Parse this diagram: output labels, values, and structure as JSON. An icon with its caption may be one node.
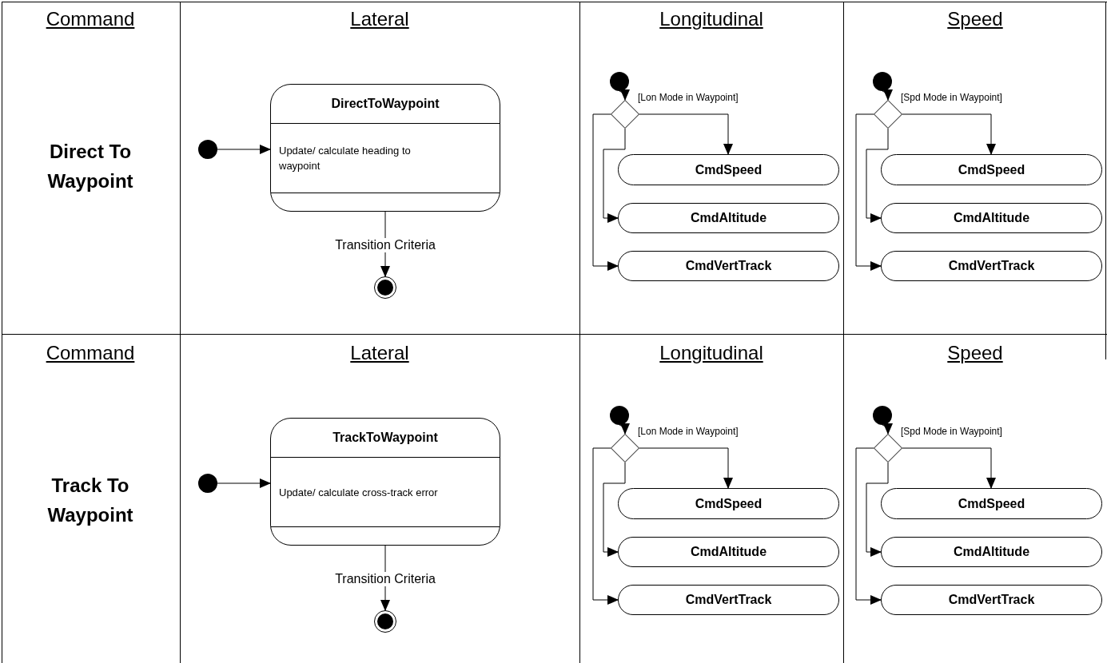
{
  "diagram": {
    "nodes": [
      {
        "text": [],
        "shape": "circle"
      },
      {
        "text": [
          "DirectToWaypoint",
          "Update/ calculate heading to waypoint"
        ]
      },
      {
        "text": [],
        "shape": "bullseye"
      },
      {
        "text": [],
        "shape": "circle"
      },
      {
        "text": [],
        "shape": "diamond"
      },
      {
        "text": [
          "CmdSpeed"
        ]
      },
      {
        "text": [
          "CmdAltitude"
        ]
      },
      {
        "text": [
          "CmdVertTrack"
        ]
      },
      {
        "text": [],
        "shape": "circle"
      },
      {
        "text": [],
        "shape": "diamond"
      },
      {
        "text": [
          "CmdSpeed"
        ]
      },
      {
        "text": [
          "CmdAltitude"
        ]
      },
      {
        "text": [
          "CmdVertTrack"
        ]
      },
      {
        "text": [],
        "shape": "circle"
      },
      {
        "text": [
          "TrackToWaypoint",
          "Update/ calculate cross-track error"
        ]
      },
      {
        "text": [],
        "shape": "bullseye"
      },
      {
        "text": [],
        "shape": "circle"
      },
      {
        "text": [],
        "shape": "diamond"
      },
      {
        "text": [
          "CmdSpeed"
        ]
      },
      {
        "text": [
          "CmdAltitude"
        ]
      },
      {
        "text": [
          "CmdVertTrack"
        ]
      },
      {
        "text": [],
        "shape": "circle"
      },
      {
        "text": [],
        "shape": "diamond"
      },
      {
        "text": [
          "CmdSpeed"
        ]
      },
      {
        "text": [
          "CmdAltitude"
        ]
      },
      {
        "text": [
          "CmdVertTrack"
        ]
      }
    ],
    "edges": [
      {
        "from": 0,
        "to": 1,
        "arrow": "to"
      },
      {
        "from": 1,
        "to": 2,
        "arrow": "to",
        "label": "Transition Criteria"
      },
      {
        "from": 3,
        "to": 4,
        "arrow": "to"
      },
      {
        "from": 4,
        "to": 5,
        "arrow": "to",
        "label": "[Lon Mode in Waypoint]"
      },
      {
        "from": 4,
        "to": 6,
        "arrow": "to"
      },
      {
        "from": 4,
        "to": 7,
        "arrow": "to"
      },
      {
        "from": 8,
        "to": 9,
        "arrow": "to"
      },
      {
        "from": 9,
        "to": 10,
        "arrow": "to",
        "label": "[Spd Mode in Waypoint]"
      },
      {
        "from": 9,
        "to": 11,
        "arrow": "to"
      },
      {
        "from": 9,
        "to": 12,
        "arrow": "to"
      },
      {
        "from": 13,
        "to": 14,
        "arrow": "to"
      },
      {
        "from": 14,
        "to": 15,
        "arrow": "to",
        "label": "Transition Criteria"
      },
      {
        "from": 16,
        "to": 17,
        "arrow": "to"
      },
      {
        "from": 17,
        "to": 18,
        "arrow": "to",
        "label": "[Lon Mode in Waypoint]"
      },
      {
        "from": 17,
        "to": 19,
        "arrow": "to"
      },
      {
        "from": 17,
        "to": 20,
        "arrow": "to"
      },
      {
        "from": 21,
        "to": 22,
        "arrow": "to"
      },
      {
        "from": 22,
        "to": 23,
        "arrow": "to",
        "label": "[Spd Mode in Waypoint]"
      },
      {
        "from": 22,
        "to": 24,
        "arrow": "to"
      },
      {
        "from": 22,
        "to": 25,
        "arrow": "to"
      }
    ],
    "labels": [
      "Command",
      "Lateral",
      "Longitudinal",
      "Speed",
      "Direct To Waypoint",
      "Command",
      "Lateral",
      "Longitudinal",
      "Speed",
      "Track To Waypoint"
    ]
  }
}
